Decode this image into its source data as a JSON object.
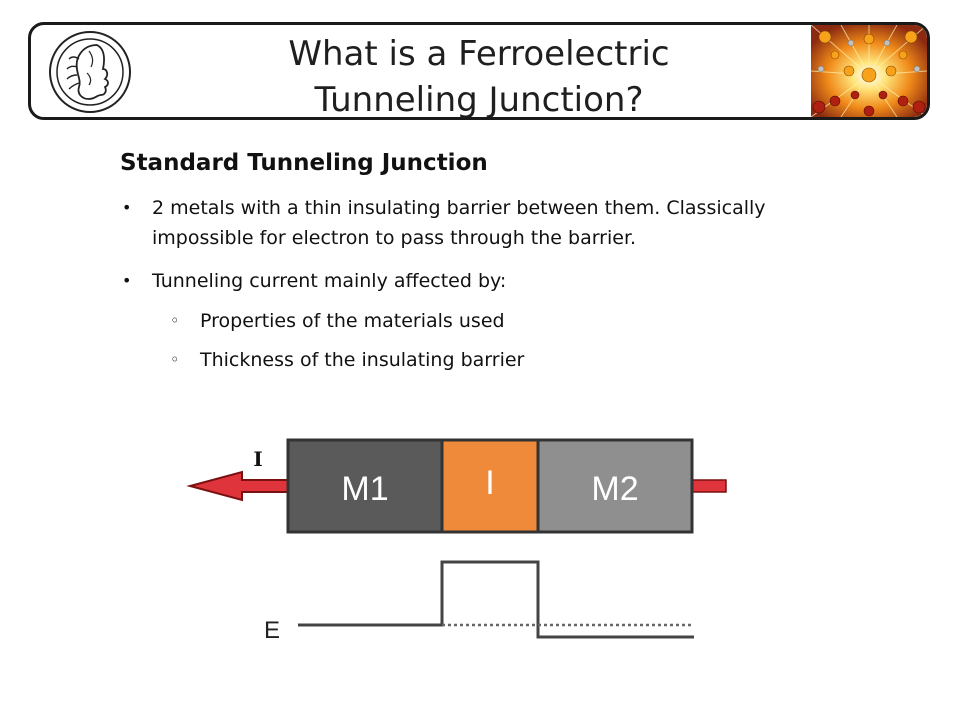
{
  "slide": {
    "title_line1": "What is a Ferroelectric",
    "title_line2": "Tunneling Junction?",
    "subheading": "Standard Tunneling Junction",
    "bullets": [
      {
        "text": "2 metals with a thin insulating barrier between them. Classically impossible for electron to pass through the barrier."
      },
      {
        "text": "Tunneling current mainly affected by:"
      }
    ],
    "sub_bullets": [
      {
        "text": "Properties of the materials used"
      },
      {
        "text": "Thickness of the insulating barrier"
      }
    ],
    "bullet_symbol": "•",
    "sub_bullet_symbol": "◦"
  },
  "diagram": {
    "current_label": "I",
    "m1_label": "M1",
    "insulator_label": "I",
    "m2_label": "M2",
    "energy_label": "E",
    "colors": {
      "m1": "#5a5a5a",
      "insulator": "#ef8a3a",
      "m2": "#8f8f8f",
      "arrow": "#e0343c"
    }
  }
}
